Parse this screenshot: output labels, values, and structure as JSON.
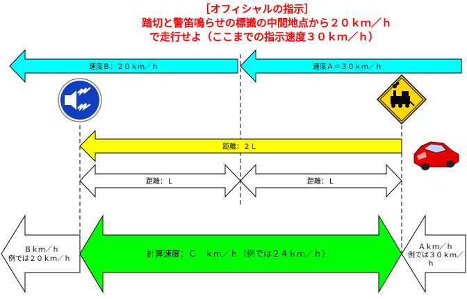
{
  "title": {
    "line1": "［オフィシャルの指示］",
    "line2": "踏切と警笛鳴らせの標識の中間地点から２０ｋｍ／ｈ",
    "line3": "で走行せよ（ここまでの指示速度３０ｋｍ／ｈ）"
  },
  "arrows": {
    "speed_b": "速度Ｂ：２０ｋｍ／ｈ",
    "speed_a": "速度Ａ＝３０ｋｍ／ｈ",
    "distance_2l": "距離：２Ｌ",
    "distance_l_left": "距離：Ｌ",
    "distance_l_right": "距離：Ｌ",
    "calc_speed": "計算速度：Ｃ　ｋｍ／ｈ（例では２４ｋｍ／ｈ）",
    "left_box": {
      "line1": "Ｂｋｍ／ｈ",
      "line2": "例では２０ｋｍ／ｈ"
    },
    "right_box": {
      "line1": "Ａｋｍ／ｈ",
      "line2": "例では３０ｋｍ／",
      "line3": "ｈ"
    }
  },
  "signs": {
    "horn_sign": "horn-sign-icon",
    "railroad_sign": "railroad-crossing-icon",
    "car": "red-car-icon"
  },
  "colors": {
    "title": "#ff0000",
    "cyan_arrow": "#00ffff",
    "yellow_arrow": "#ffff00",
    "green_arrow": "#00ff00",
    "horn_sign_blue": "#1040c0",
    "railroad_sign_yellow": "#ffd800",
    "car_red": "#e00000"
  }
}
